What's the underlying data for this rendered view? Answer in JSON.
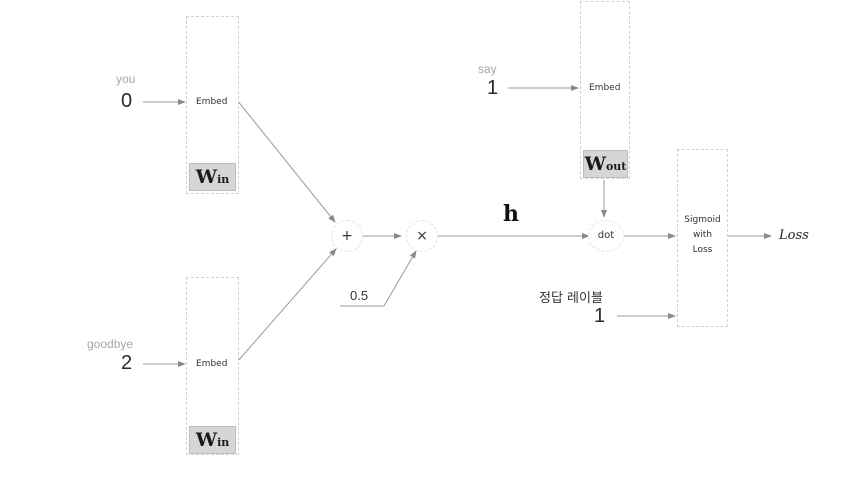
{
  "inputs": {
    "you": {
      "word": "you",
      "index": "0",
      "embed": "Embed",
      "weight": "W",
      "weight_sub": "in"
    },
    "goodbye": {
      "word": "goodbye",
      "index": "2",
      "embed": "Embed",
      "weight": "W",
      "weight_sub": "in"
    },
    "say": {
      "word": "say",
      "index": "1",
      "embed": "Embed",
      "weight": "W",
      "weight_sub": "out"
    }
  },
  "ops": {
    "add": "+",
    "mul": "×",
    "dot": "dot"
  },
  "constant": "0.5",
  "hidden_label": "h",
  "sigmoid": {
    "line1": "Sigmoid",
    "line2": "with",
    "line3": "Loss"
  },
  "loss_label": "Loss",
  "label": {
    "text": "정답 레이블",
    "value": "1"
  }
}
